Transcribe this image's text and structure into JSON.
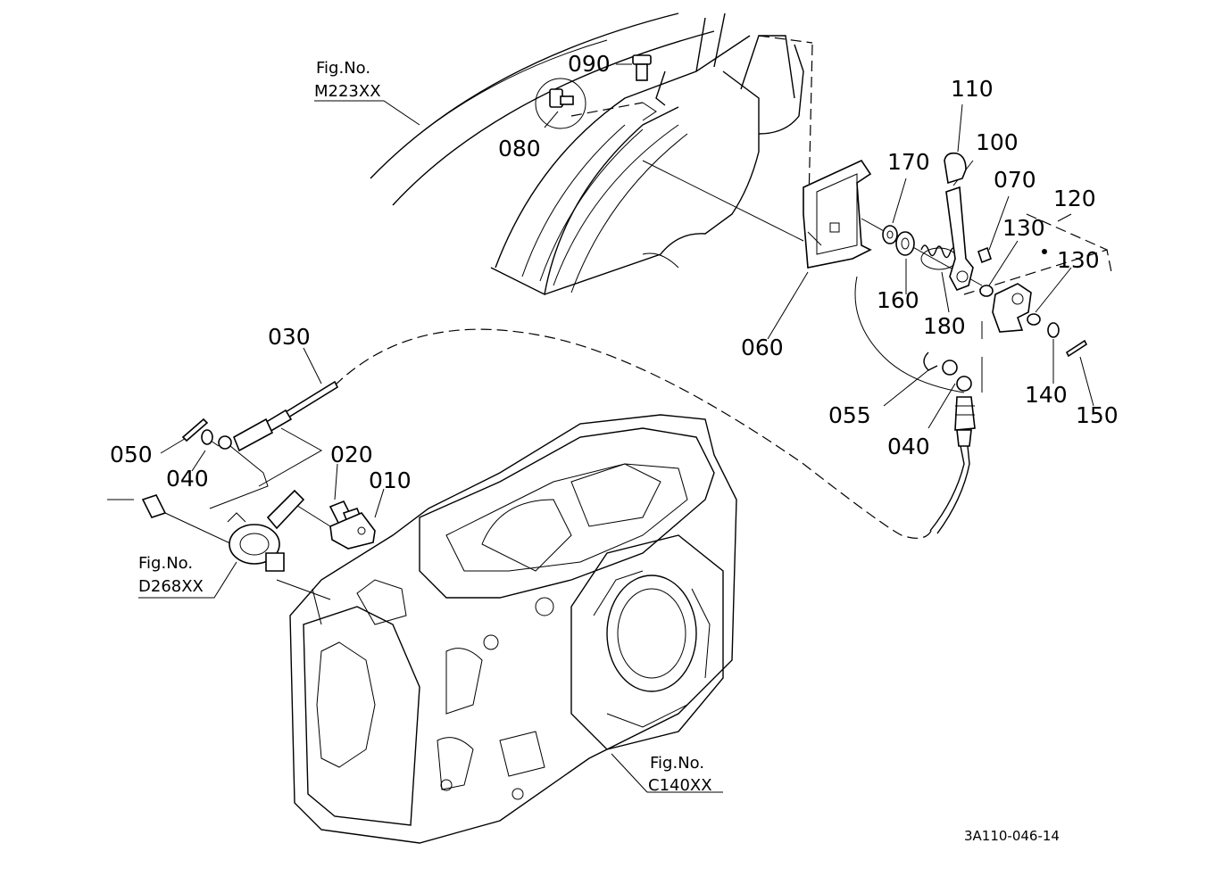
{
  "parts": {
    "p010": "010",
    "p020": "020",
    "p030": "030",
    "p040a": "040",
    "p040b": "040",
    "p050": "050",
    "p055": "055",
    "p060": "060",
    "p070": "070",
    "p080": "080",
    "p090": "090",
    "p100": "100",
    "p110": "110",
    "p120": "120",
    "p130a": "130",
    "p130b": "130",
    "p140": "140",
    "p150": "150",
    "p160": "160",
    "p170": "170",
    "p180": "180"
  },
  "figures": {
    "fig_label": "Fig.No.",
    "m223": "M223XX",
    "d268": "D268XX",
    "c140": "C140XX"
  },
  "drawing_code": "3A110-046-14"
}
